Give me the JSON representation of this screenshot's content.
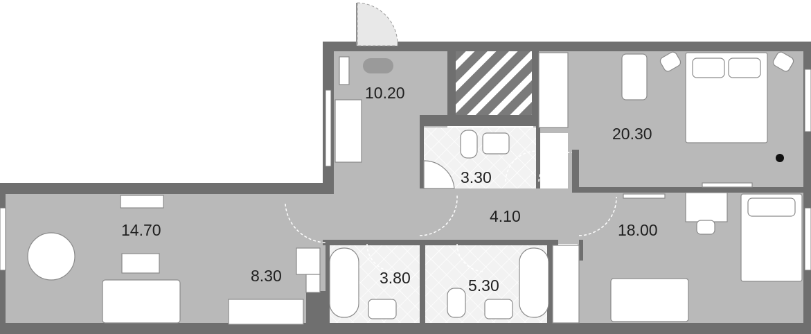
{
  "rooms": [
    {
      "id": "hall-bath",
      "area": "10.20"
    },
    {
      "id": "bedroom-main",
      "area": "20.30"
    },
    {
      "id": "wc-small",
      "area": "3.30"
    },
    {
      "id": "corridor",
      "area": "4.10"
    },
    {
      "id": "living",
      "area": "14.70"
    },
    {
      "id": "bedroom-second",
      "area": "18.00"
    },
    {
      "id": "kitchen",
      "area": "8.30"
    },
    {
      "id": "bath-left",
      "area": "3.80"
    },
    {
      "id": "bath-right",
      "area": "5.30"
    }
  ],
  "colors": {
    "wall": "#6f6f6f",
    "floor": "#b9b9b9",
    "tile": "#efefef",
    "furniture": "#ffffff"
  }
}
